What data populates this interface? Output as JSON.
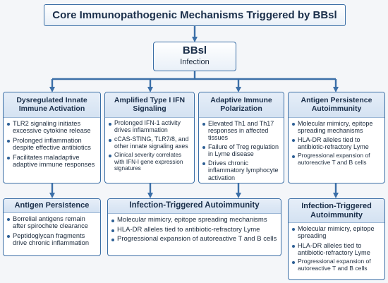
{
  "title": "Core Immunopathogenic Mechanisms Triggered by BBsl",
  "root": {
    "title": "BBsl",
    "subtitle": "Infection"
  },
  "top_boxes": [
    {
      "title": "Dysregulated Innate Immune Activation",
      "bullets": [
        "TLR2 signaling initiates excessive cytokine release",
        "Prolonged inflammation despite effective antibiotics",
        "Facilitates maladaptive adaptive immune responses"
      ]
    },
    {
      "title": "Amplified Type I IFN Signaling",
      "bullets": [
        "Prolonged IFN-1 activity drives inflammation",
        "cCAS-STING, TLR7/8, and other innate signaling axes",
        "Clinical severity correlates with IFN-I gene expression signatures"
      ]
    },
    {
      "title": "Adaptive Immune Polarization",
      "bullets": [
        "Elevated Th1 and Th17 responses in affected tissues",
        "Failure of Treg regulation in Lyme disease",
        "Drives chronic inflammatory lymphocyte activation"
      ]
    },
    {
      "title": "Antigen Persistence Autoimmunity",
      "bullets": [
        "Molecular mimicry, epitope spreading mechanisms",
        "HLA-DR alleles tied to antibiotic-refractory Lyme",
        "Progressional expansion of autoreactive T and B cells"
      ]
    }
  ],
  "bottom_left": {
    "title": "Antigen Persistence",
    "bullets": [
      "Borrelial antigens remain after spirochete clearance",
      "Peptidoglycan fragments drive chronic inflammation"
    ]
  },
  "bottom_middle": {
    "title": "Infection-Triggered Autoimmunity",
    "bullets": [
      "Molecular mimicry, epitope spreading mechanisms",
      "HLA-DR alleles tied to antibiotic-refractory Lyme",
      "Progressional expansion of autoreactive T and B cells"
    ]
  },
  "bottom_right": {
    "title": "Infection-Triggered Autoimmunity",
    "bullets": [
      "Molecular mimicry, epitope spreading",
      "HLA-DR alleles tied to antibiotic-refractory Lyme",
      "Progressional expansion of autoreactive T and B cells"
    ]
  },
  "colors": {
    "border": "#3a6ea5",
    "arrow": "#3b6fa8",
    "header_bg": "#dce7f4"
  }
}
